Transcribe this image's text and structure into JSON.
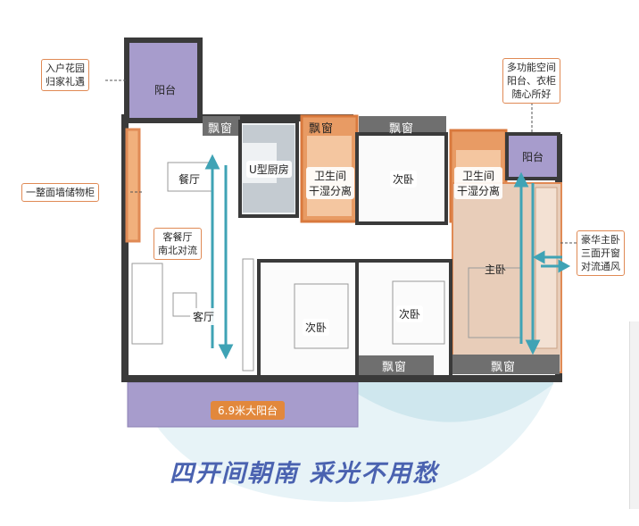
{
  "rooms": {
    "balcony_top_left": "阳台",
    "dining": "餐厅",
    "kitchen": "U型厨房",
    "bath1": [
      "卫生间",
      "干湿分离"
    ],
    "bedroom_north": "次卧",
    "bath2": [
      "卫生间",
      "干湿分离"
    ],
    "balcony_top_right": "阳台",
    "living": "客厅",
    "bedroom_south_a": "次卧",
    "bedroom_south_b": "次卧",
    "master": "主卧"
  },
  "windows": {
    "bay1": "飘窗",
    "bay2": "飘窗",
    "bay3": "飘窗",
    "bay4": "飘窗",
    "bay5": "飘窗"
  },
  "annotations": {
    "entry_garden": [
      "入户花园",
      "归家礼遇"
    ],
    "storage_wall": "一整面墙储物柜",
    "airflow": [
      "客餐厅",
      "南北对流"
    ],
    "multi_space": [
      "多功能空间",
      "阳台、衣柜",
      "随心所好"
    ],
    "master_feature": [
      "豪华主卧",
      "三面开窗",
      "对流通风"
    ]
  },
  "big_balcony": "6.9米大阳台",
  "slogan": "四开间朝南 采光不用愁",
  "colors": {
    "accent_orange": "#e08a55",
    "balcony_purple": "#a79ccc",
    "arrow_teal": "#3fa3b5",
    "wall": "#3a3a3a",
    "bay_window": "#6f6f6f",
    "master_fill": "#e8cdb9",
    "slogan_blue": "#4a62b0"
  }
}
